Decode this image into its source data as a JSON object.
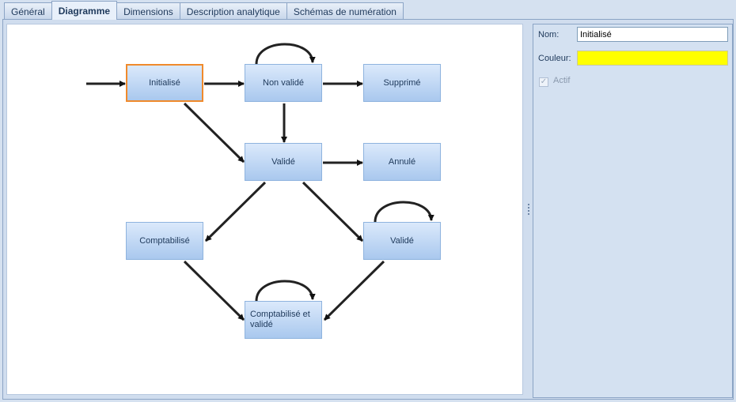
{
  "tabs": [
    {
      "label": "Général"
    },
    {
      "label": "Diagramme"
    },
    {
      "label": "Dimensions"
    },
    {
      "label": "Description analytique"
    },
    {
      "label": "Schémas de numération"
    }
  ],
  "active_tab": "Diagramme",
  "diagram": {
    "nodes": {
      "initialise": "Initialisé",
      "non_valide": "Non validé",
      "supprime": "Supprimé",
      "valide_1": "Validé",
      "annule": "Annulé",
      "comptabilise": "Comptabilisé",
      "valide_2": "Validé",
      "comptabilise_et_valide": "Comptabilisé et validé"
    },
    "selected_node": "Initialisé"
  },
  "properties": {
    "nom_label": "Nom:",
    "nom_value": "Initialisé",
    "couleur_label": "Couleur:",
    "couleur_value": "#ffff00",
    "actif_label": "Actif",
    "actif_checked": true
  }
}
